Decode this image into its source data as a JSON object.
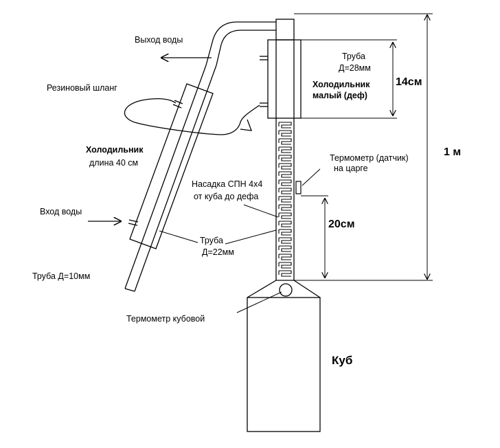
{
  "labels": {
    "water_out": "Выход воды",
    "rubber_hose": "Резиновый шланг",
    "condenser_title": "Холодильник",
    "condenser_length": "длина 40 см",
    "water_in": "Вход воды",
    "tube_10": "Труба Д=10мм",
    "tube_22_line1": "Труба",
    "tube_22_line2": "Д=22мм",
    "packing_line1": "Насадка СПН 4х4",
    "packing_line2": "от куба до дефа",
    "tube_28_line1": "Труба",
    "tube_28_line2": "Д=28мм",
    "small_condenser_line1": "Холодильник",
    "small_condenser_line2": "малый (деф)",
    "thermo_column_line1": "Термометр (датчик)",
    "thermo_column_line2": "на царге",
    "thermo_kettle": "Термометр кубовой",
    "kettle": "Куб"
  },
  "dimensions": {
    "deph_height": "14см",
    "total_height": "1 м",
    "sensor_height": "20см"
  }
}
